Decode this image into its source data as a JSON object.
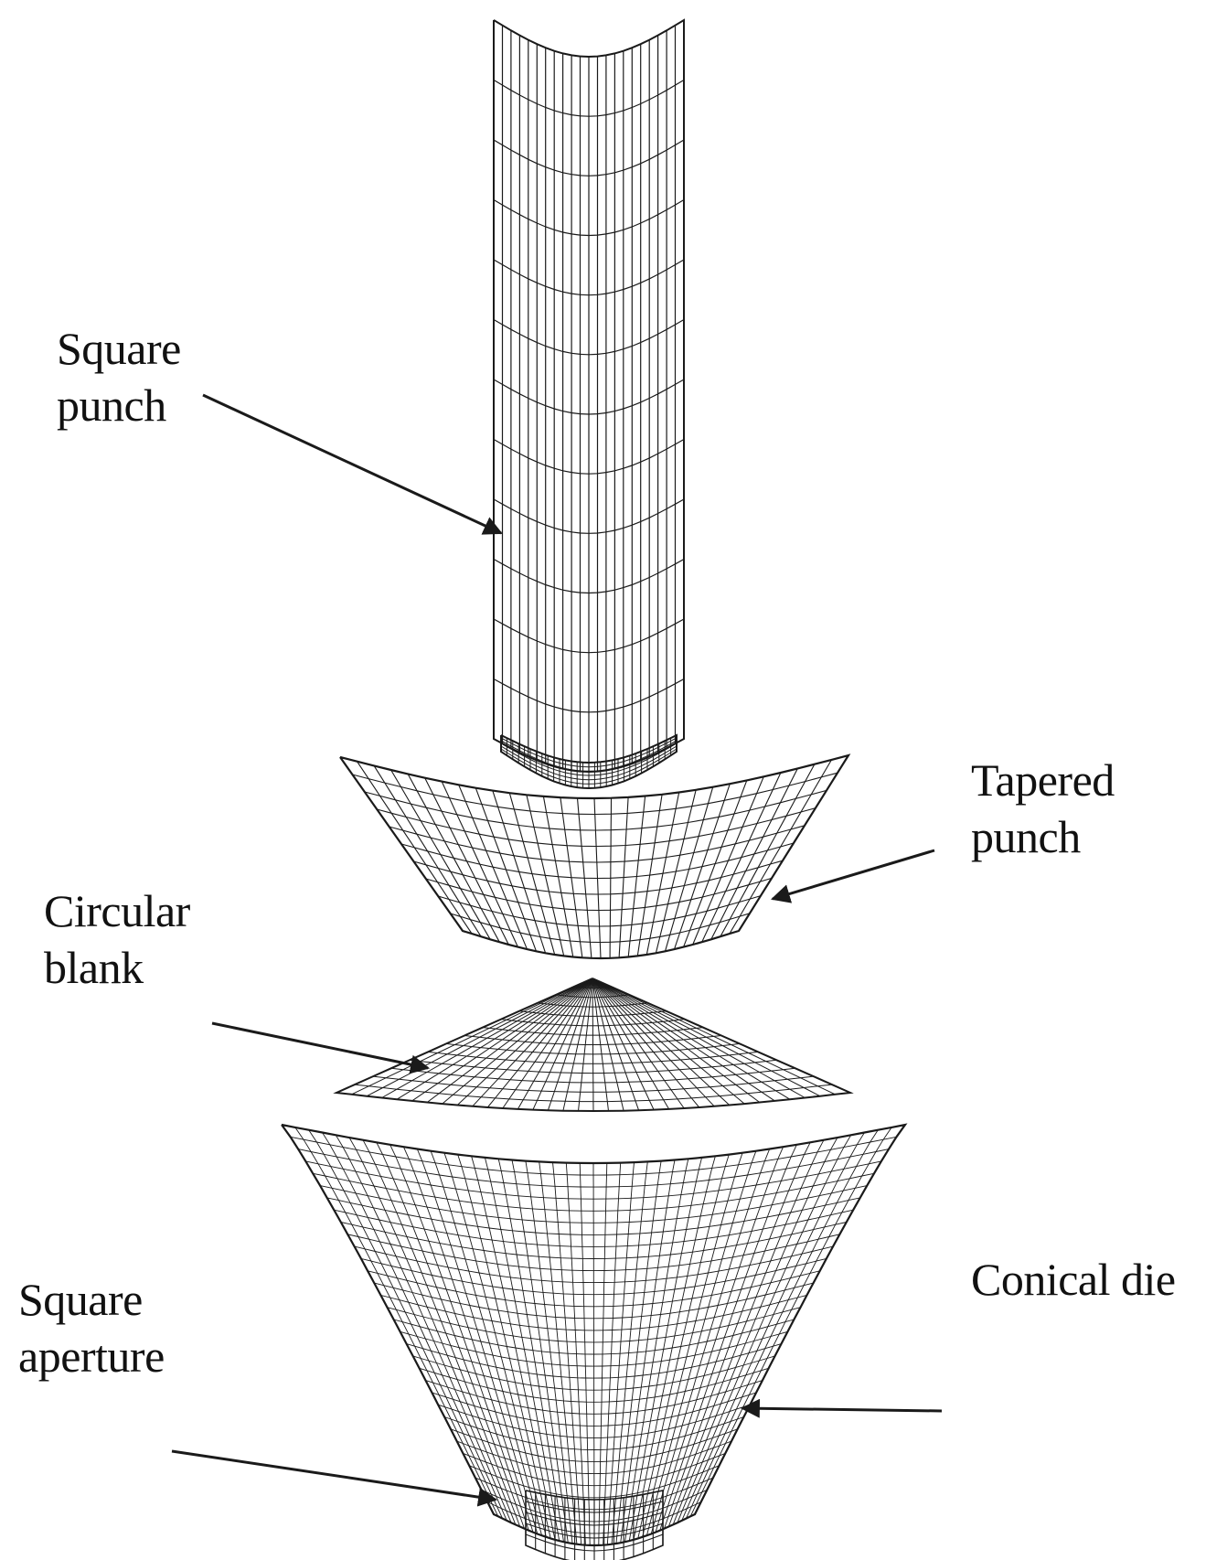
{
  "labels": {
    "square_punch": [
      "Square",
      "punch"
    ],
    "tapered_punch": [
      "Tapered",
      "punch"
    ],
    "circular_blank": [
      "Circular",
      "blank"
    ],
    "conical_die": [
      "Conical die"
    ],
    "square_aperture": [
      "Square",
      "aperture"
    ]
  },
  "colors": {
    "line": "#1a1a1a",
    "text": "#111111",
    "background": "#ffffff"
  }
}
